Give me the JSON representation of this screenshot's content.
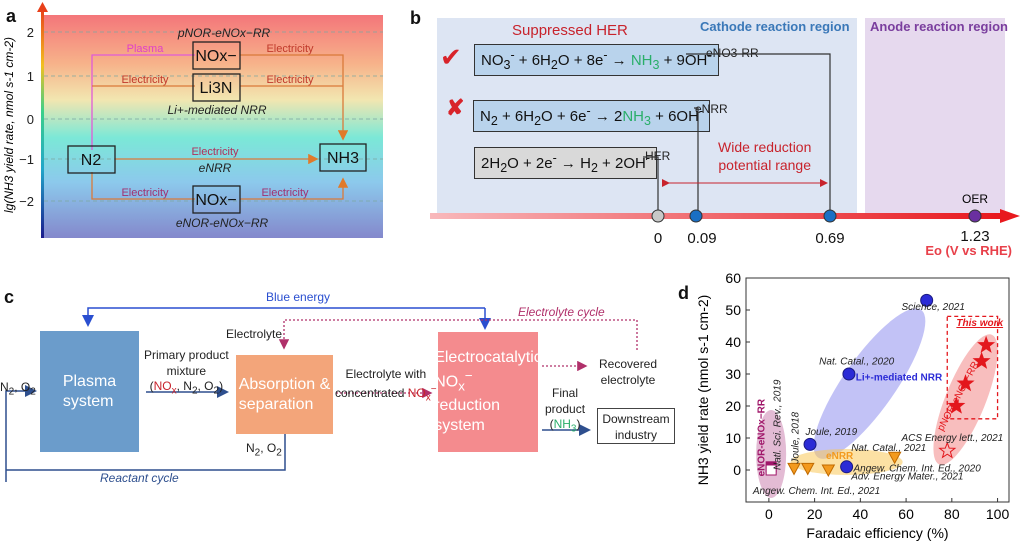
{
  "panel_a": {
    "label": "a",
    "y_axis_label": "lg(NH3 yield rate, nmol s-1 cm-2)",
    "y_ticks": [
      "2",
      "1",
      "0",
      "−1",
      "−2"
    ],
    "routes": {
      "top": "pNOR-eNOx−RR",
      "li": "Li+-mediated NRR",
      "enrr": "eNRR",
      "bottom": "eNOR-eNOx−RR"
    },
    "nodes": {
      "n2": "N2",
      "nh3": "NH3",
      "nox_top": "NOx−",
      "li3n": "Li3N",
      "nox_bottom": "NOx−"
    },
    "edge_labels": {
      "plasma": "Plasma",
      "electricity": "Electricity"
    }
  },
  "panel_b": {
    "label": "b",
    "suppressed_her": "Suppressed HER",
    "cathode_region": "Cathode reaction region",
    "anode_region": "Anode reaction region",
    "reactions": [
      {
        "id": "eno3rr",
        "tag": "eNO3-RR",
        "status": "check"
      },
      {
        "id": "enrr",
        "tag": "eNRR",
        "status": "cross"
      },
      {
        "id": "her",
        "tag": "HER",
        "status": "none"
      }
    ],
    "wide_range": [
      "Wide reduction",
      "potential range"
    ],
    "oer": "OER",
    "potentials": [
      "0",
      "0.09",
      "0.69",
      "1.23"
    ],
    "axis_label": "Eo (V vs RHE)"
  },
  "panel_c": {
    "label": "c",
    "blue_energy": "Blue energy",
    "electrolyte_cycle": "Electrolyte cycle",
    "reactant_cycle": "Reactant cycle",
    "inputs": "N2, O2",
    "plasma": [
      "Plasma",
      "system"
    ],
    "primary": [
      "Primary product",
      "mixture"
    ],
    "electrolyte": "Electrolyte",
    "absorption": [
      "Absorption &",
      "separation"
    ],
    "n2o2_out": "N2, O2",
    "electrolyte_with": [
      "Electrolyte with",
      "concentrated"
    ],
    "electrocat": [
      "Electrocatalytic",
      "reduction",
      "system"
    ],
    "recovered": [
      "Recovered",
      "electrolyte"
    ],
    "final": [
      "Final",
      "product"
    ],
    "downstream": [
      "Downstream",
      "industry"
    ]
  },
  "chart_data": {
    "type": "scatter",
    "label": "d",
    "xlabel": "Faradaic efficiency (%)",
    "ylabel": "NH3 yield rate (nmol s-1 cm-2)",
    "xlim": [
      -10,
      105
    ],
    "ylim": [
      -10,
      60
    ],
    "xticks": [
      0,
      20,
      40,
      60,
      80,
      100
    ],
    "yticks": [
      0,
      10,
      20,
      30,
      40,
      50,
      60
    ],
    "series": [
      {
        "name": "Li+-mediated NRR",
        "marker": "sphere",
        "color": "#2b2bd6",
        "points": [
          {
            "x": 69,
            "y": 53,
            "ref": "Science, 2021"
          },
          {
            "x": 35,
            "y": 30,
            "ref": "Nat. Catal., 2020"
          },
          {
            "x": 18,
            "y": 8,
            "ref": "Joule, 2019"
          },
          {
            "x": 34,
            "y": 1,
            "ref": "Angew. Chem. Int. Ed., 2020"
          }
        ]
      },
      {
        "name": "eNRR",
        "marker": "triangle-down",
        "color": "#f39a1e",
        "points": [
          {
            "x": 11,
            "y": 0.5,
            "ref": "Joule, 2018"
          },
          {
            "x": 17,
            "y": 0.5,
            "ref": "Angew. Chem. Int. Ed., 2021"
          },
          {
            "x": 26,
            "y": 0,
            "ref": "Adv. Energy Mater., 2021"
          },
          {
            "x": 55,
            "y": 4,
            "ref": "Nat. Catal., 2021"
          }
        ]
      },
      {
        "name": "eNOR-eNOx−RR",
        "marker": "square",
        "color": "#a0176a",
        "points": [
          {
            "x": 1,
            "y": 1,
            "ref": "Natl. Sci. Rev., 2019"
          },
          {
            "x": 1,
            "y": 0,
            "ref": "Natl. Sci. Rev., 2019",
            "open": true
          }
        ]
      },
      {
        "name": "pNOR-eNOx−RR",
        "marker": "star",
        "color": "#e3171d",
        "points": [
          {
            "x": 95,
            "y": 39
          },
          {
            "x": 93,
            "y": 34
          },
          {
            "x": 86,
            "y": 27
          },
          {
            "x": 82,
            "y": 20
          },
          {
            "x": 78,
            "y": 6,
            "ref": "ACS Energy lett., 2021",
            "open": true
          }
        ]
      }
    ],
    "annotations": [
      "This work",
      "Li+-mediated NRR",
      "eNRR",
      "pNOR-eNOx−RR",
      "eNOR-eNOx−RR"
    ]
  }
}
